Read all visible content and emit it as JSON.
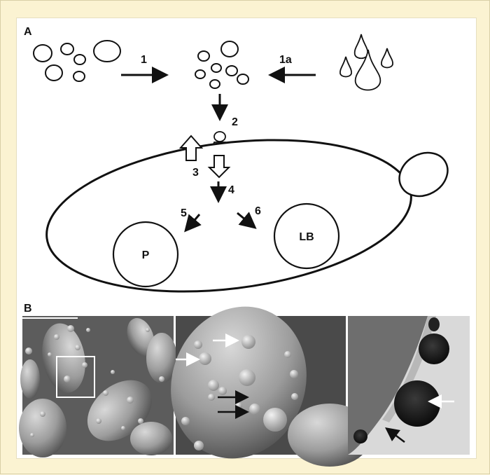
{
  "panel_a": {
    "label": "A",
    "steps": [
      "1",
      "1a",
      "2",
      "3",
      "4",
      "5",
      "6"
    ],
    "compartments": [
      "P",
      "LB"
    ]
  },
  "panel_b": {
    "label": "B",
    "micrographs": [
      "SEM overview with inset box",
      "SEM enlarged surface droplets",
      "TEM section with dark inclusions"
    ]
  }
}
